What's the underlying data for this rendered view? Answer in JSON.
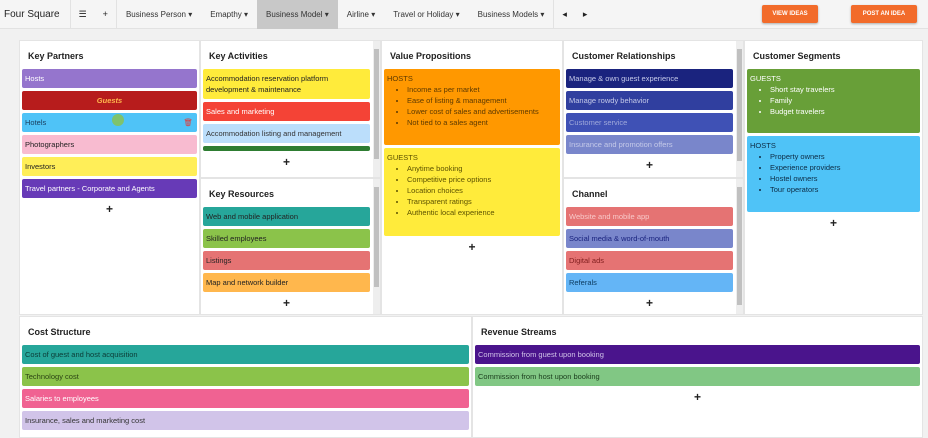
{
  "topbar": {
    "brand": "Four Square",
    "menu_icon": "hamburger-icon",
    "add_icon": "plus-icon",
    "tabs": [
      "Business Person ▾",
      "Emapthy ▾",
      "Business Model ▾",
      "Airline ▾",
      "Travel or Holiday ▾",
      "Business Models ▾"
    ],
    "active_tab": "Business Model ▾",
    "prev": "◂",
    "next": "▸",
    "view_ideas": "VIEW IDEAS",
    "post_idea": "POST AN IDEA",
    "accent": "#f26b2a"
  },
  "key_partners": {
    "title": "Key Partners",
    "items": [
      "Hosts",
      "Guests",
      "Hotels",
      "Photographers",
      "Investors",
      "Travel partners - Corporate and Agents"
    ],
    "add": "+"
  },
  "key_activities": {
    "title": "Key Activities",
    "items": [
      "Accommodation reservation platform development & maintenance",
      "Sales and marketing",
      "Accommodation listing and management"
    ],
    "add": "+"
  },
  "key_resources": {
    "title": "Key Resources",
    "items": [
      "Web and mobile application",
      "Skilled employees",
      "Listings",
      "Map and network builder"
    ],
    "add": "+"
  },
  "value_propositions": {
    "title": "Value Propositions",
    "groups": [
      {
        "label": "HOSTS",
        "items": [
          "Income as per market",
          "Ease of listing & management",
          "Lower cost of sales and advertisements",
          "Not tied to a sales agent"
        ]
      },
      {
        "label": "GUESTS",
        "items": [
          "Anytime booking",
          "Competitive price options",
          "Location choices",
          "Transparent ratings",
          "Authentic local experience"
        ]
      }
    ],
    "add": "+"
  },
  "customer_relationships": {
    "title": "Customer Relationships",
    "items": [
      "Manage & own guest experience",
      "Manage rowdy behavior",
      "Customer service",
      "Insurance and promotion offers"
    ],
    "add": "+"
  },
  "channel": {
    "title": "Channel",
    "items": [
      "Website and mobile app",
      "Social media & word-of-mouth",
      "Digital ads",
      "Referals"
    ],
    "add": "+"
  },
  "customer_segments": {
    "title": "Customer Segments",
    "groups": [
      {
        "label": "GUESTS",
        "items": [
          "Short stay travelers",
          "Family",
          "Budget travelers"
        ]
      },
      {
        "label": "HOSTS",
        "items": [
          "Property owners",
          "Experience providers",
          "Hostel owners",
          "Tour operators"
        ]
      }
    ],
    "add": "+"
  },
  "cost_structure": {
    "title": "Cost Structure",
    "items": [
      "Cost of guest and host acquisition",
      "Technology cost",
      "Salaries to employees",
      "Insurance, sales and marketing cost"
    ]
  },
  "revenue_streams": {
    "title": "Revenue Streams",
    "items": [
      "Commission from guest upon booking",
      "Commission from host upon booking"
    ],
    "add": "+"
  }
}
